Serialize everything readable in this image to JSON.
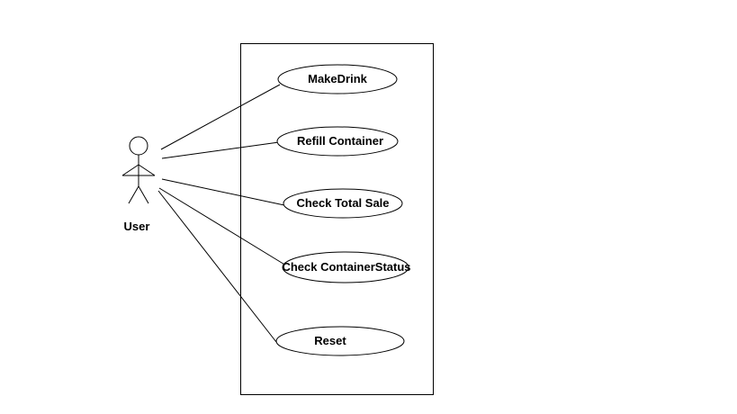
{
  "actor": {
    "label": "User"
  },
  "use_cases": [
    {
      "label": "MakeDrink"
    },
    {
      "label": "Refill Container"
    },
    {
      "label": "Check Total Sale"
    },
    {
      "label": "Check ContainerStatus"
    },
    {
      "label": "Reset"
    }
  ],
  "colors": {
    "stroke": "#000000",
    "background": "#ffffff"
  }
}
